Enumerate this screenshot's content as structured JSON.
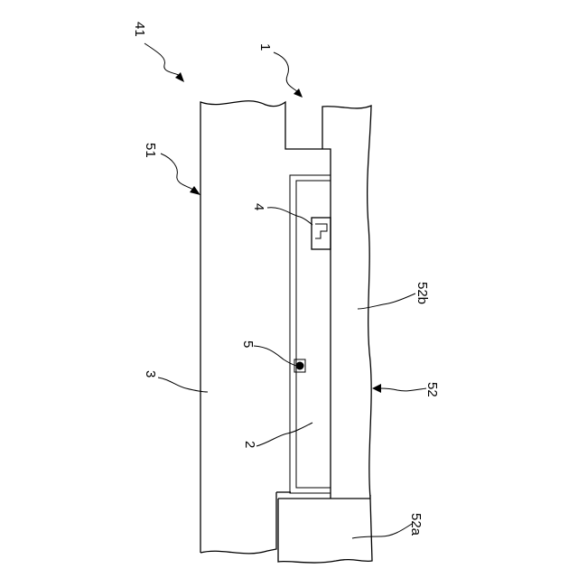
{
  "labels": {
    "l41": "41",
    "l1": "1",
    "l51": "51",
    "l4": "4",
    "l52b": "52b",
    "l5": "5",
    "l3": "3",
    "l52": "52",
    "l2": "2",
    "l52a": "52a"
  }
}
